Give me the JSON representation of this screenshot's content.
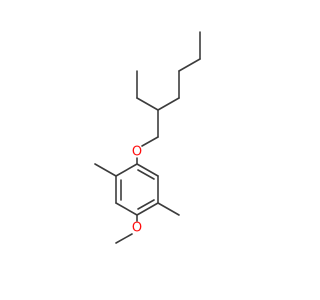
{
  "molecule": {
    "atoms": [
      {
        "id": "O1",
        "label": "O",
        "color": "#ff0d0d"
      },
      {
        "id": "O2",
        "label": "O",
        "color": "#ff0d0d"
      }
    ],
    "bond_color": "#3c3c3c",
    "background": "#ffffff"
  }
}
